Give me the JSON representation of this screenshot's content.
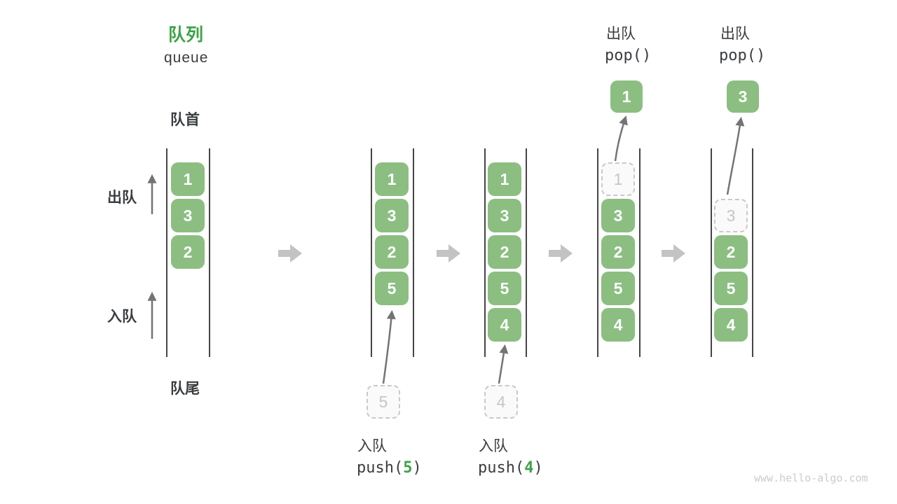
{
  "page": {
    "title_zh": "队列",
    "title_en": "queue",
    "watermark": "www.hello-algo.com"
  },
  "labels": {
    "front": "队首",
    "rear": "队尾",
    "dequeue_side": "出队",
    "enqueue_side": "入队"
  },
  "ops": {
    "push5": {
      "label": "入队",
      "fn": "push(",
      "arg": "5",
      "close": ")"
    },
    "push4": {
      "label": "入队",
      "fn": "push(",
      "arg": "4",
      "close": ")"
    },
    "pop1": {
      "label": "出队",
      "code": "pop()"
    },
    "pop2": {
      "label": "出队",
      "code": "pop()"
    }
  },
  "stages": [
    {
      "name": "initial",
      "boxes": [
        "1",
        "3",
        "2"
      ]
    },
    {
      "name": "after-push-5",
      "boxes": [
        "1",
        "3",
        "2",
        "5"
      ],
      "pending": "5"
    },
    {
      "name": "after-push-4",
      "boxes": [
        "1",
        "3",
        "2",
        "5",
        "4"
      ],
      "pending": "4"
    },
    {
      "name": "pop-first",
      "ghost": "1",
      "boxes": [
        "3",
        "2",
        "5",
        "4"
      ],
      "popped": "1"
    },
    {
      "name": "pop-second",
      "ghost": "3",
      "boxes": [
        "2",
        "5",
        "4"
      ],
      "popped": "3"
    }
  ],
  "colors": {
    "box_green": "#8cbe82",
    "accent_green": "#3ca345",
    "text_dark": "#3a3d40",
    "block_arrow_gray": "#c3c3c3",
    "curve_arrow_gray": "#747474",
    "dashed_border": "#c9c9c9",
    "dashed_fill": "#fafafa",
    "dashed_text": "#c5c5c5",
    "watermark_gray": "#c9ccce"
  }
}
